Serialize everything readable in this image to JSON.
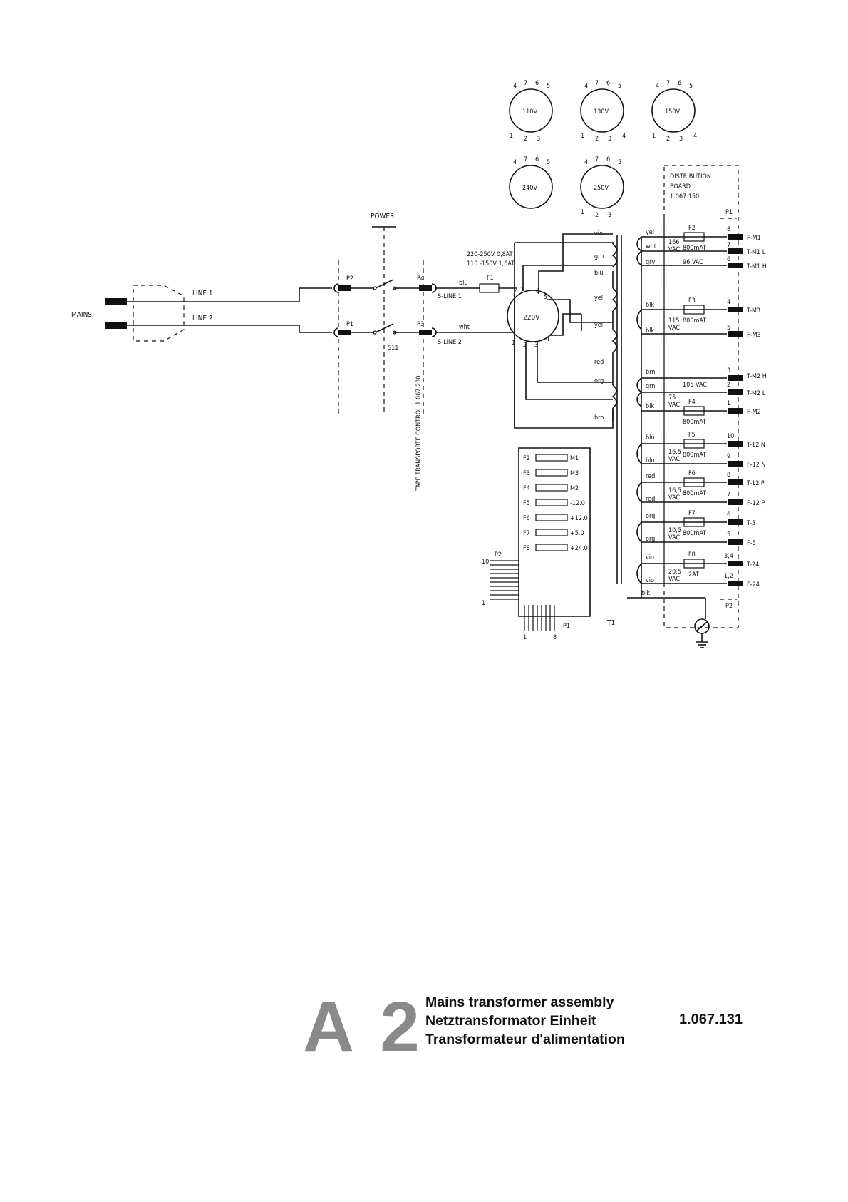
{
  "diagram": {
    "mains_label": "MAINS",
    "line1": "LINE 1",
    "line2": "LINE 2",
    "power": "POWER",
    "switch": "S11",
    "p2": "P2",
    "p1": "P1",
    "p4": "P4",
    "p3": "P3",
    "sline1": "S-LINE 1",
    "sline2": "S-LINE 2",
    "tape_control": "TAPE TRANSPORTE CONTROL 1.067.230",
    "fuse_rating_1": "220-250V 0,8AT",
    "fuse_rating_2": "110 -150V 1,6AT",
    "f1": "F1",
    "blu": "blu",
    "wht": "wht",
    "selector_main": "220V",
    "selectors": [
      "110V",
      "130V",
      "150V",
      "240V",
      "250V"
    ],
    "pin_numbers_top": [
      "4",
      "7",
      "6",
      "5"
    ],
    "pin_numbers_bottom": [
      "1",
      "2",
      "3",
      "4"
    ],
    "primary_wires": [
      "vio",
      "grn",
      "blu",
      "yel",
      "yel",
      "red",
      "org",
      "brn"
    ],
    "t1": "T1",
    "distribution_title": "DISTRIBUTION",
    "distribution_sub": "BOARD",
    "distribution_number": "1.067.150",
    "p1_header": "P1",
    "p2_footer": "P2",
    "secondaries": [
      {
        "wire_a": "yel",
        "wire_b": "wht",
        "wire_c": "gry",
        "vac": "166",
        "unit": "VAC",
        "fuse": "F2",
        "rating": "800mAT",
        "vac2": "96 VAC",
        "pins": [
          "8",
          "7",
          "6"
        ],
        "outs": [
          "F-M1",
          "T-M1 L",
          "T-M1 H"
        ]
      },
      {
        "wire_a": "blk",
        "wire_b": "blk",
        "vac": "115",
        "unit": "VAC",
        "fuse": "F3",
        "rating": "800mAT",
        "pins": [
          "4",
          "5"
        ],
        "outs": [
          "T-M3",
          "F-M3"
        ]
      },
      {
        "wire_a": "brn",
        "wire_b": "grn",
        "wire_c": "blk",
        "vac": "75",
        "unit": "VAC",
        "fuse": "F4",
        "rating": "800mAT",
        "vac2": "105 VAC",
        "pins": [
          "3",
          "2",
          "1"
        ],
        "outs": [
          "T-M2 H",
          "T-M2 L",
          "F-M2"
        ]
      },
      {
        "wire_a": "blu",
        "wire_b": "blu",
        "vac": "16,5",
        "unit": "VAC",
        "fuse": "F5",
        "rating": "800mAT",
        "pins": [
          "10",
          "9"
        ],
        "outs": [
          "T-12 N",
          "F-12 N"
        ]
      },
      {
        "wire_a": "red",
        "wire_b": "red",
        "vac": "16,5",
        "unit": "VAC",
        "fuse": "F6",
        "rating": "800mAT",
        "pins": [
          "8",
          "7"
        ],
        "outs": [
          "T-12 P",
          "F-12 P"
        ]
      },
      {
        "wire_a": "org",
        "wire_b": "org",
        "vac": "10,5",
        "unit": "VAC",
        "fuse": "F7",
        "rating": "800mAT",
        "pins": [
          "6",
          "5"
        ],
        "outs": [
          "T-5",
          "F-5"
        ]
      },
      {
        "wire_a": "vio",
        "wire_b": "vio",
        "vac": "20,5",
        "unit": "VAC",
        "fuse": "F8",
        "rating": "2AT",
        "pins": [
          "3,4",
          "1,2"
        ],
        "outs": [
          "T-24",
          "F-24"
        ]
      }
    ],
    "ground_wire": "blk",
    "fuse_board": {
      "rows": [
        {
          "fuse": "F2",
          "out": "M1"
        },
        {
          "fuse": "F3",
          "out": "M3"
        },
        {
          "fuse": "F4",
          "out": "M2"
        },
        {
          "fuse": "F5",
          "out": "-12.0"
        },
        {
          "fuse": "F6",
          "out": "+12.0"
        },
        {
          "fuse": "F7",
          "out": "+5.0"
        },
        {
          "fuse": "F8",
          "out": "+24.0"
        }
      ],
      "p2": "P2",
      "p2_top": "10",
      "p2_bottom": "1",
      "p1": "P1",
      "p1_left": "1",
      "p1_right": "8"
    }
  },
  "title_block": {
    "code": "A 2",
    "title_en": "Mains transformer assembly",
    "title_de": "Netztransformator Einheit",
    "title_fr": "Transformateur d'alimentation",
    "part_number": "1.067.131"
  }
}
